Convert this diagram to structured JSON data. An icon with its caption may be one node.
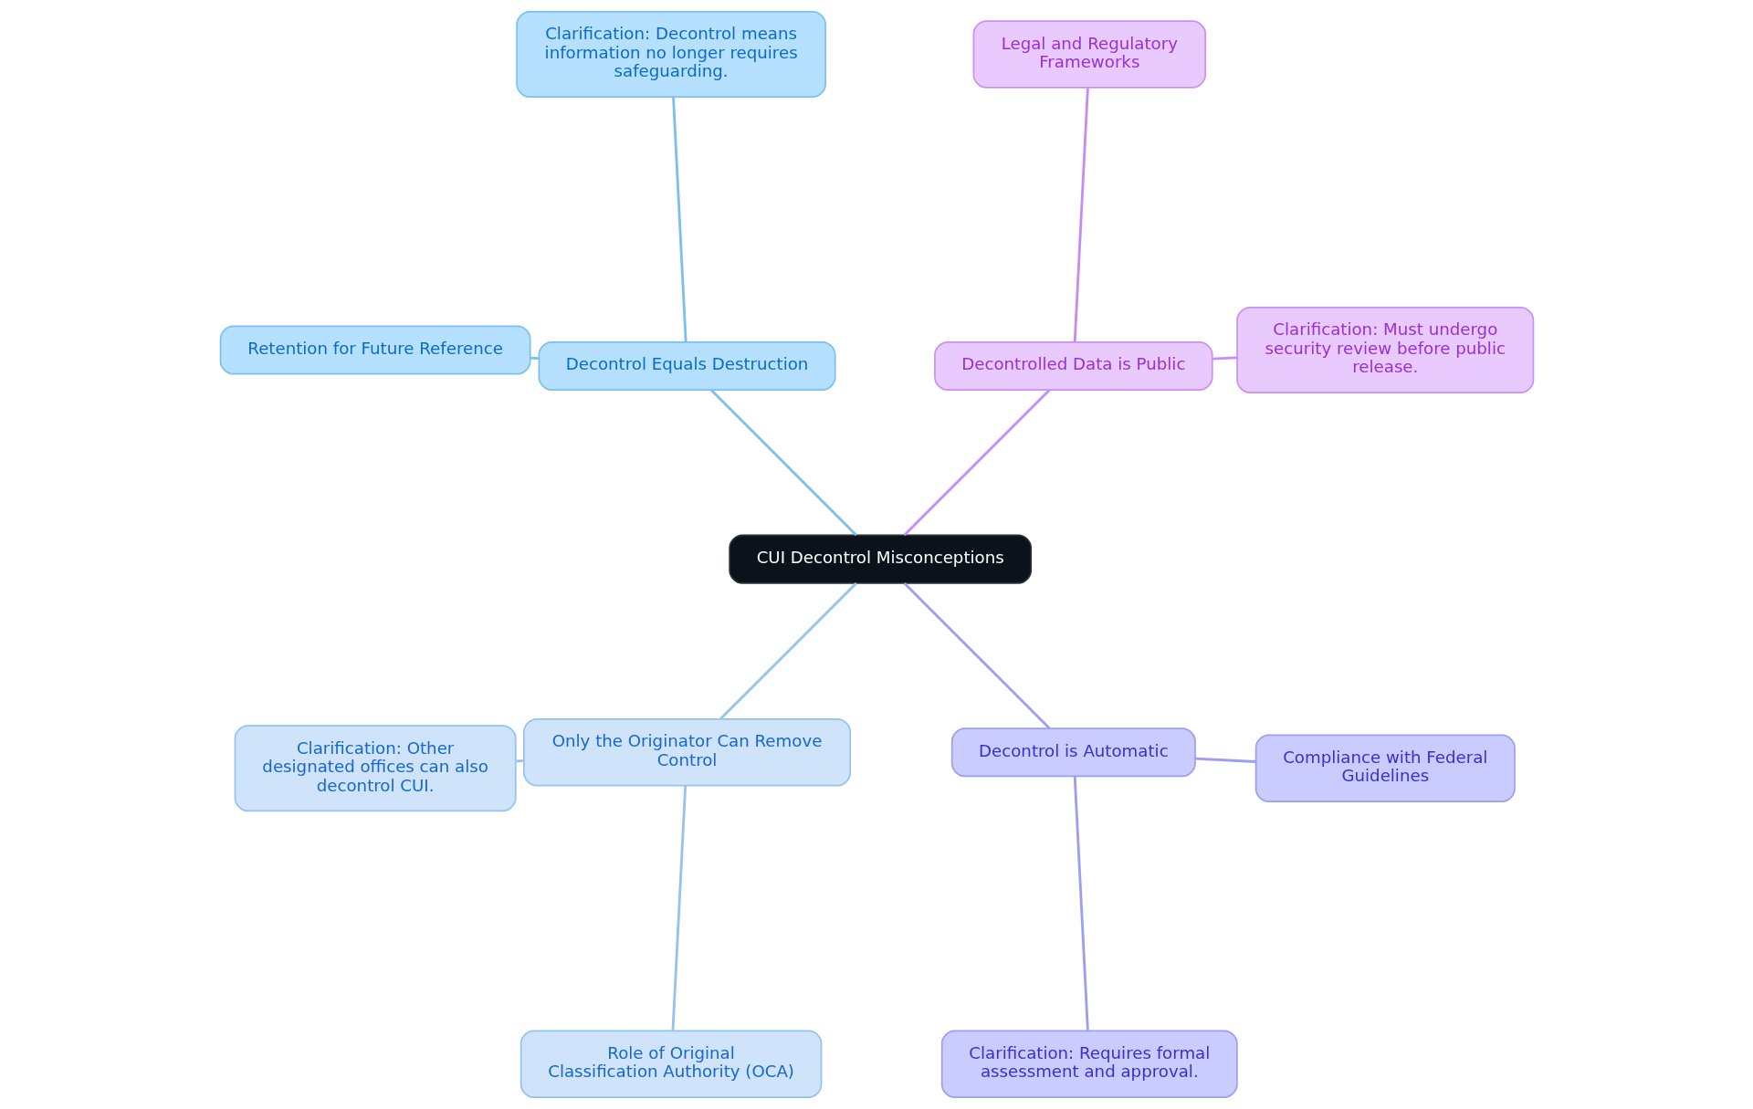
{
  "diagram": {
    "nodes": [
      {
        "text": [
          "CUI Decontrol Misconceptions"
        ]
      },
      {
        "text": [
          "Decontrolled Data is Public"
        ]
      },
      {
        "text": [
          "Clarification: Must undergo security review before public release."
        ]
      },
      {
        "text": [
          "Legal and Regulatory Frameworks"
        ]
      },
      {
        "text": [
          "Decontrol Equals Destruction"
        ]
      },
      {
        "text": [
          "Clarification: Decontrol means information no longer requires safeguarding."
        ]
      },
      {
        "text": [
          "Retention for Future Reference"
        ]
      },
      {
        "text": [
          "Only the Originator Can Remove Control"
        ]
      },
      {
        "text": [
          "Clarification: Other designated offices can also decontrol CUI."
        ]
      },
      {
        "text": [
          "Role of Original Classification Authority (OCA)"
        ]
      },
      {
        "text": [
          "Decontrol is Automatic"
        ]
      },
      {
        "text": [
          "Clarification: Requires formal assessment and approval."
        ]
      },
      {
        "text": [
          "Compliance with Federal Guidelines"
        ]
      }
    ],
    "edges": [
      {
        "from": 0,
        "to": 1,
        "arrow": "none",
        "color": "#c68cf5"
      },
      {
        "from": 1,
        "to": 2,
        "arrow": "none",
        "color": "#c68cf5"
      },
      {
        "from": 1,
        "to": 3,
        "arrow": "none",
        "color": "#c68cf5"
      },
      {
        "from": 0,
        "to": 4,
        "arrow": "none",
        "color": "#7cc0f0"
      },
      {
        "from": 4,
        "to": 5,
        "arrow": "none",
        "color": "#7cc0f0"
      },
      {
        "from": 4,
        "to": 6,
        "arrow": "none",
        "color": "#7cc0f0"
      },
      {
        "from": 0,
        "to": 7,
        "arrow": "none",
        "color": "#96c2f0"
      },
      {
        "from": 7,
        "to": 8,
        "arrow": "none",
        "color": "#96c2f0"
      },
      {
        "from": 7,
        "to": 9,
        "arrow": "none",
        "color": "#96c2f0"
      },
      {
        "from": 0,
        "to": 10,
        "arrow": "none",
        "color": "#9c9ef2"
      },
      {
        "from": 10,
        "to": 11,
        "arrow": "none",
        "color": "#9c9ef2"
      },
      {
        "from": 10,
        "to": 12,
        "arrow": "none",
        "color": "#9c9ef2"
      }
    ]
  }
}
